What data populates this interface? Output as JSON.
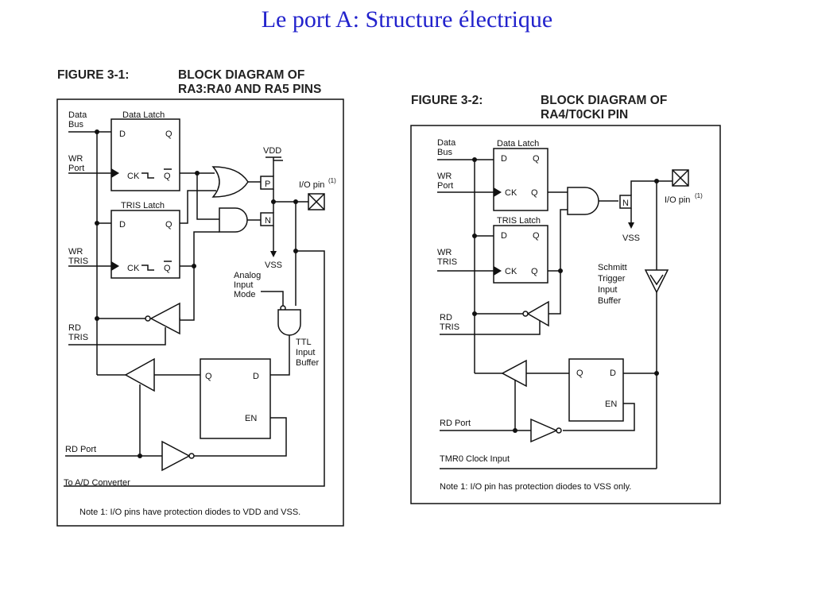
{
  "slide": {
    "title": "Le port A: Structure électrique"
  },
  "fig1": {
    "number": "FIGURE 3-1:",
    "title_line1": "BLOCK DIAGRAM OF",
    "title_line2": "RA3:RA0 AND RA5 PINS",
    "data_bus_1": "Data",
    "data_bus_2": "Bus",
    "wr_port_1": "WR",
    "wr_port_2": "Port",
    "wr_tris_1": "WR",
    "wr_tris_2": "TRIS",
    "rd_tris_1": "RD",
    "rd_tris_2": "TRIS",
    "rd_port": "RD Port",
    "to_ad": "To A/D Converter",
    "data_latch": "Data Latch",
    "tris_latch": "TRIS Latch",
    "d": "D",
    "q": "Q",
    "ck": "CK",
    "qbar": "Q",
    "en": "EN",
    "vdd": "VDD",
    "vss": "VSS",
    "p": "P",
    "n": "N",
    "io_pin": "I/O pin",
    "io_sup": "(1)",
    "analog_1": "Analog",
    "analog_2": "Input",
    "analog_3": "Mode",
    "ttl_1": "TTL",
    "ttl_2": "Input",
    "ttl_3": "Buffer",
    "note": "Note  1:  I/O pins have protection diodes to VDD and VSS."
  },
  "fig2": {
    "number": "FIGURE 3-2:",
    "title_line1": "BLOCK DIAGRAM OF",
    "title_line2": "RA4/T0CKI PIN",
    "data_bus_1": "Data",
    "data_bus_2": "Bus",
    "wr_port_1": "WR",
    "wr_port_2": "Port",
    "wr_tris_1": "WR",
    "wr_tris_2": "TRIS",
    "rd_tris_1": "RD",
    "rd_tris_2": "TRIS",
    "rd_port": "RD Port",
    "tmr0": "TMR0 Clock Input",
    "data_latch": "Data Latch",
    "tris_latch": "TRIS Latch",
    "d": "D",
    "q": "Q",
    "ck": "CK",
    "en": "EN",
    "vss": "VSS",
    "n": "N",
    "io_pin": "I/O pin",
    "io_sup": "(1)",
    "schmitt_1": "Schmitt",
    "schmitt_2": "Trigger",
    "schmitt_3": "Input",
    "schmitt_4": "Buffer",
    "note": "Note  1:  I/O pin has protection diodes to VSS only."
  }
}
